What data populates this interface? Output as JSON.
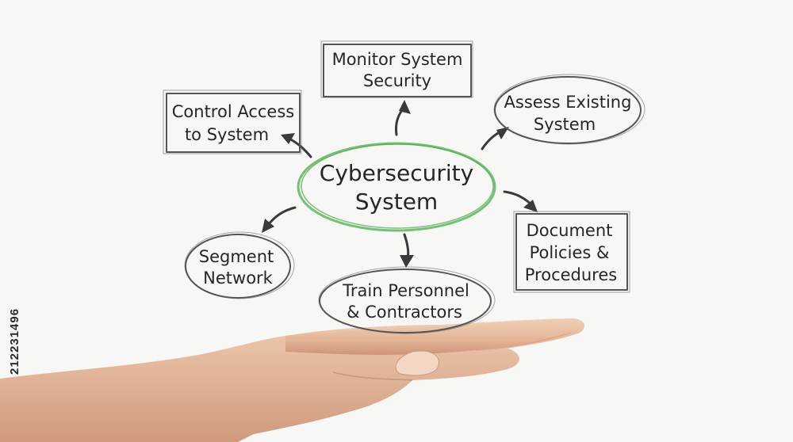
{
  "diagram": {
    "center": {
      "line1": "Cybersecurity",
      "line2": "System"
    },
    "nodes": {
      "monitor": {
        "line1": "Monitor System",
        "line2": "Security"
      },
      "control": {
        "line1": "Control Access",
        "line2": "to System"
      },
      "assess": {
        "line1": "Assess Existing",
        "line2": "System"
      },
      "document": {
        "line1": "Document",
        "line2": "Policies &",
        "line3": "Procedures"
      },
      "segment": {
        "line1": "Segment",
        "line2": "Network"
      },
      "train": {
        "line1": "Train Personnel",
        "line2": "& Contractors"
      }
    }
  },
  "colors": {
    "center_ring": "#5cb85c",
    "ink": "#262626",
    "background": "#f7f7f6",
    "skin": "#e9c2a6"
  },
  "watermark": {
    "id": "212231496"
  }
}
